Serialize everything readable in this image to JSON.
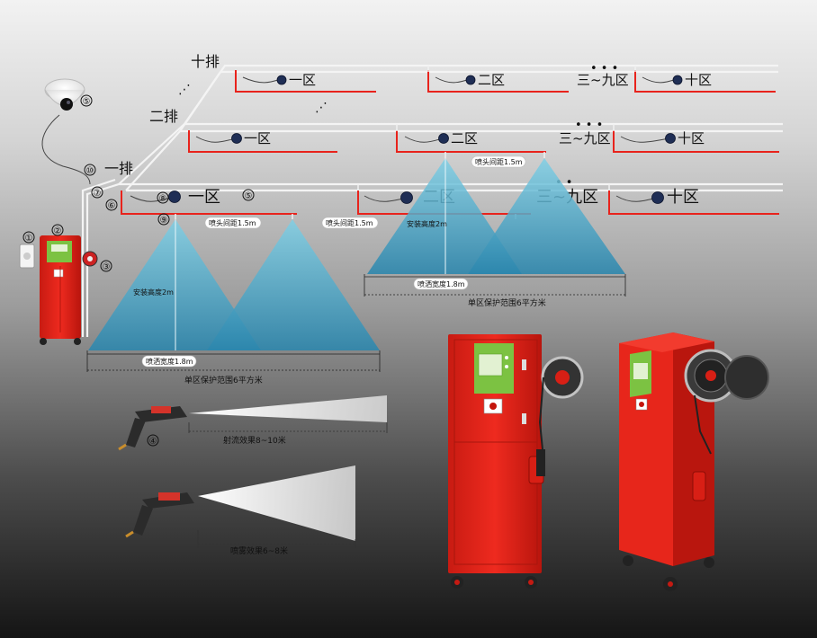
{
  "rows": {
    "row10": "十排",
    "row2": "二排",
    "row1": "一排"
  },
  "zones": {
    "z1": "一区",
    "z2": "二区",
    "z3_9": "三~九区",
    "z10": "十区"
  },
  "callouts": {
    "c1": "①",
    "c2": "②",
    "c3": "③",
    "c4": "④",
    "c5": "⑤",
    "c6": "⑥",
    "c7": "⑦",
    "c8": "⑧",
    "c9": "⑨",
    "c10": "⑩"
  },
  "labels": {
    "nozzle_spacing": "喷头间距1.5m",
    "install_height": "安装高度2m",
    "spray_width": "喷洒宽度1.8m",
    "area_6": "单区保护范围6平方米",
    "jet": "射流效果8~10米",
    "mist": "喷雾效果6~8米"
  },
  "colors": {
    "cabinet_red": "#e02418",
    "pipe_red": "#e8231c",
    "panel_green": "#7cc242",
    "spray_blue": "#3f9fc0"
  }
}
